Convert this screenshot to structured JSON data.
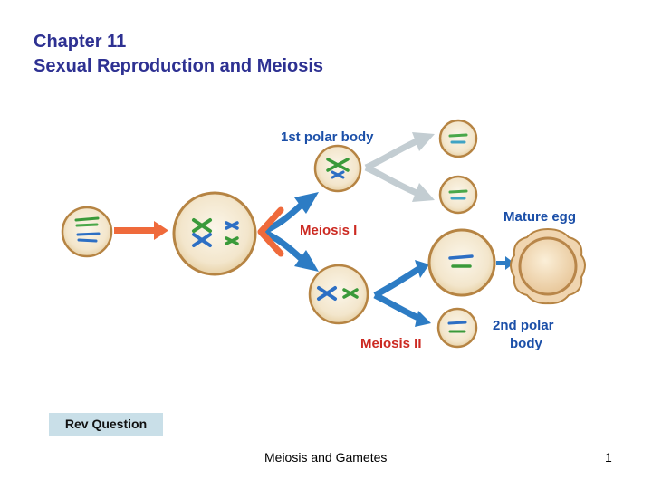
{
  "slide": {
    "title_line1": "Chapter 11",
    "title_line2": "Sexual Reproduction and Meiosis",
    "footer": "Meiosis and Gametes",
    "page_number": "1"
  },
  "diagram": {
    "label_polar1": "1st polar body",
    "label_meiosis1": "Meiosis I",
    "label_mature_egg": "Mature egg",
    "label_polar2_line1": "2nd polar",
    "label_polar2_line2": "body",
    "label_meiosis2": "Meiosis II"
  },
  "buttons": {
    "rev_question": "Rev Question"
  },
  "colors": {
    "title": "#2e3192",
    "label_blue": "#1b4fa8",
    "label_red": "#cc2a22",
    "cell_fill": "#f2e7cf",
    "cell_border": "#b68443",
    "arrow_blue": "#2d7cc4",
    "arrow_orange": "#ef6a3b",
    "arrow_gray": "#c3cdd2",
    "button_bg": "#c9dfe8"
  }
}
